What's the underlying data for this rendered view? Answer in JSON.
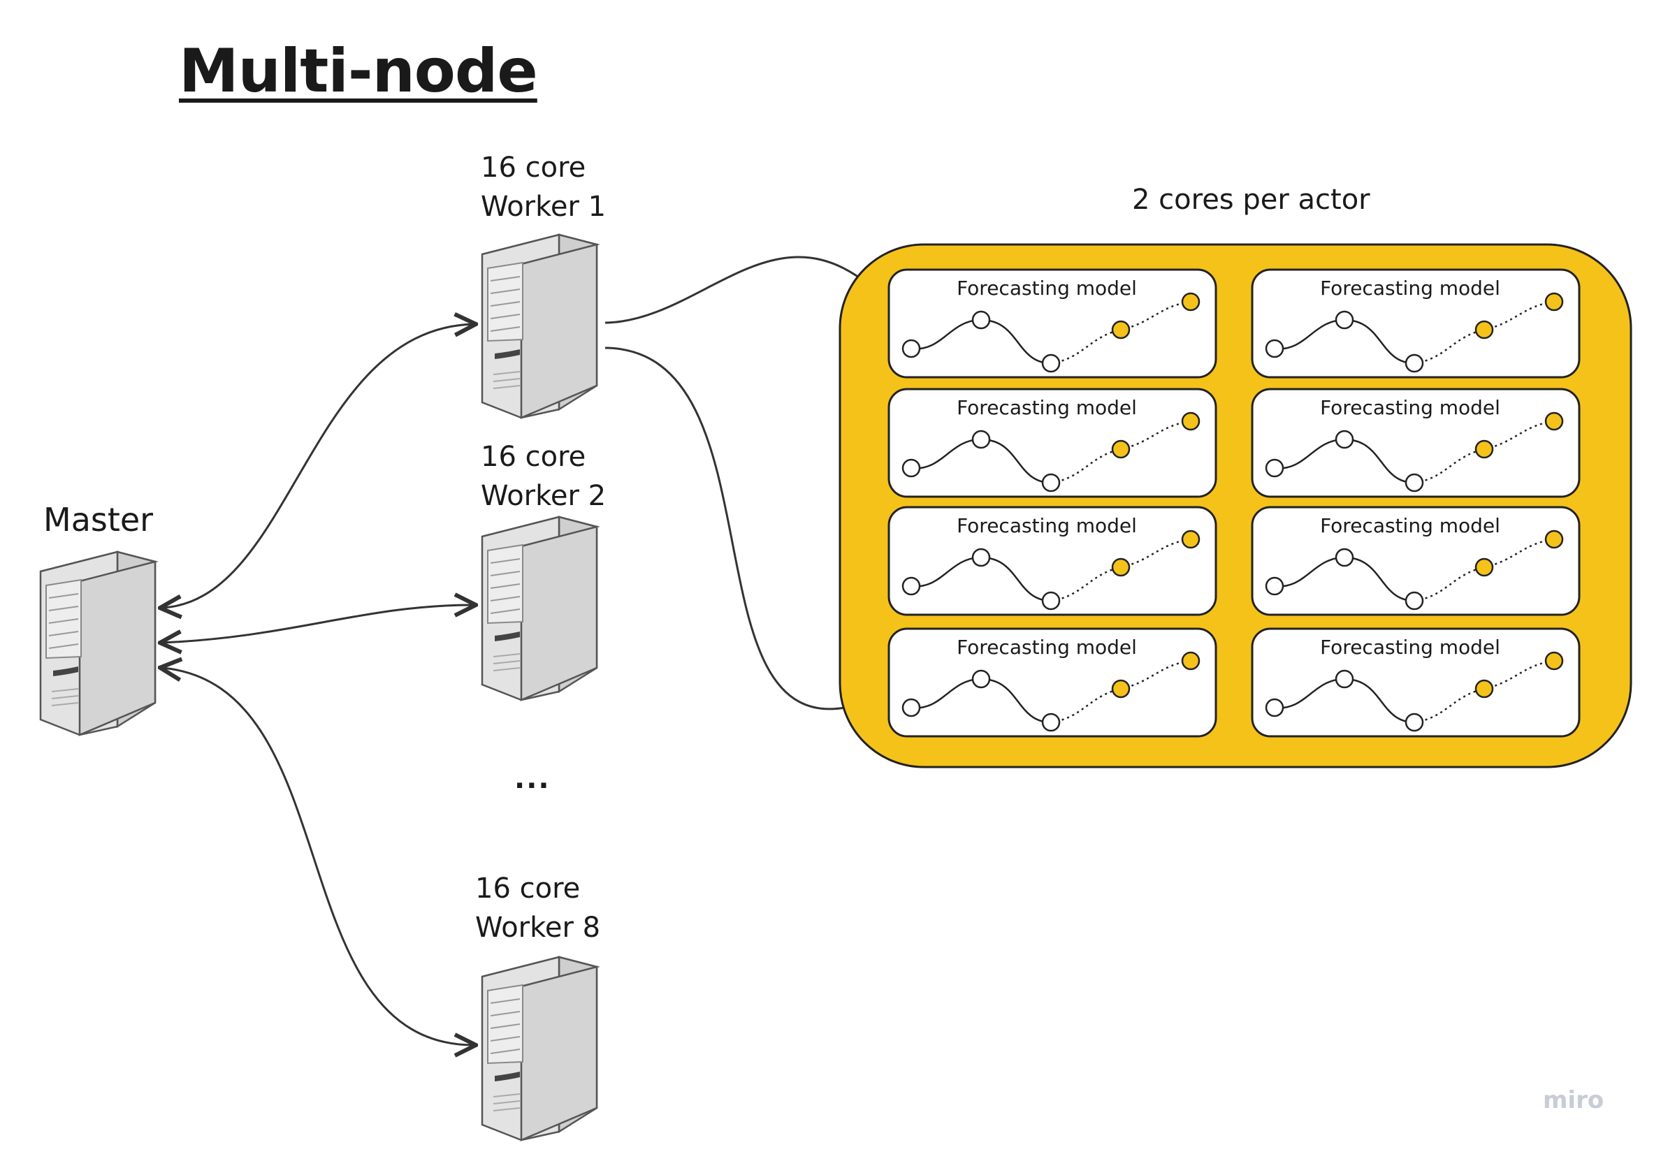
{
  "title": "Multi-node",
  "master": {
    "label": "Master"
  },
  "workers": [
    {
      "cores": "16 core",
      "name": "Worker 1"
    },
    {
      "cores": "16 core",
      "name": "Worker 2"
    },
    {
      "cores": "16 core",
      "name": "Worker 8"
    }
  ],
  "ellipsis": "...",
  "actor_group": {
    "label": "2 cores per actor",
    "color": "#f5c21a",
    "models": [
      {
        "title": "Forecasting model"
      },
      {
        "title": "Forecasting model"
      },
      {
        "title": "Forecasting model"
      },
      {
        "title": "Forecasting model"
      },
      {
        "title": "Forecasting model"
      },
      {
        "title": "Forecasting model"
      },
      {
        "title": "Forecasting model"
      },
      {
        "title": "Forecasting model"
      }
    ]
  },
  "watermark": "miro",
  "colors": {
    "accent": "#f5c21a",
    "line": "#333333",
    "server_body": "#d9d9d9"
  }
}
